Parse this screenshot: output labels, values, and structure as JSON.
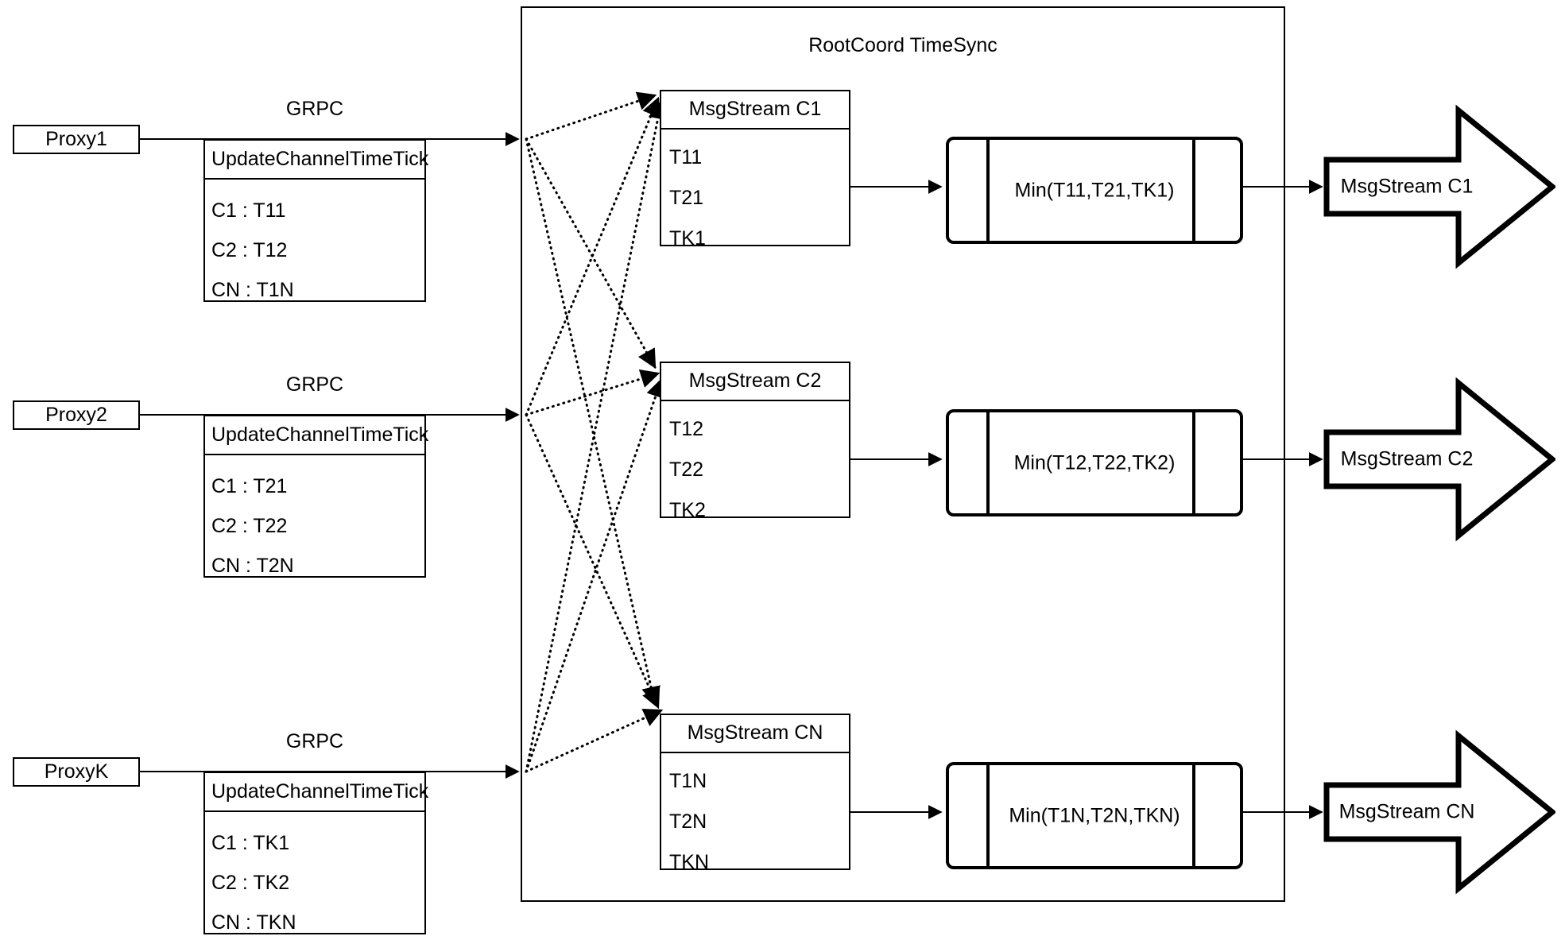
{
  "diagram": {
    "title": "RootCoord TimeSync",
    "container_label": "RootCoord TimeSync",
    "edge_label_grpc": "GRPC",
    "colors": {
      "stroke": "#000000",
      "background": "#ffffff"
    }
  },
  "proxies": [
    {
      "name": "Proxy1",
      "link_label": "GRPC",
      "request": {
        "header": "UpdateChannelTimeTick",
        "rows": [
          "C1 :  T11",
          "C2 :  T12",
          "CN : T1N"
        ]
      }
    },
    {
      "name": "Proxy2",
      "link_label": "GRPC",
      "request": {
        "header": "UpdateChannelTimeTick",
        "rows": [
          "C1 :  T21",
          "C2 :  T22",
          "CN : T2N"
        ]
      }
    },
    {
      "name": "ProxyK",
      "link_label": "GRPC",
      "request": {
        "header": "UpdateChannelTimeTick",
        "rows": [
          "C1 :  TK1",
          "C2 :  TK2",
          "CN : TKN"
        ]
      }
    }
  ],
  "channels": [
    {
      "stream_header": "MsgStream C1",
      "stream_rows": [
        "T11",
        "T21",
        "TK1"
      ],
      "min_label": "Min(T11,T21,TK1)",
      "output_label": "MsgStream C1"
    },
    {
      "stream_header": "MsgStream C2",
      "stream_rows": [
        "T12",
        "T22",
        "TK2"
      ],
      "min_label": "Min(T12,T22,TK2)",
      "output_label": "MsgStream C2"
    },
    {
      "stream_header": "MsgStream CN",
      "stream_rows": [
        "T1N",
        "T2N",
        "TKN"
      ],
      "min_label": "Min(T1N,T2N,TKN)",
      "output_label": "MsgStream CN"
    }
  ]
}
